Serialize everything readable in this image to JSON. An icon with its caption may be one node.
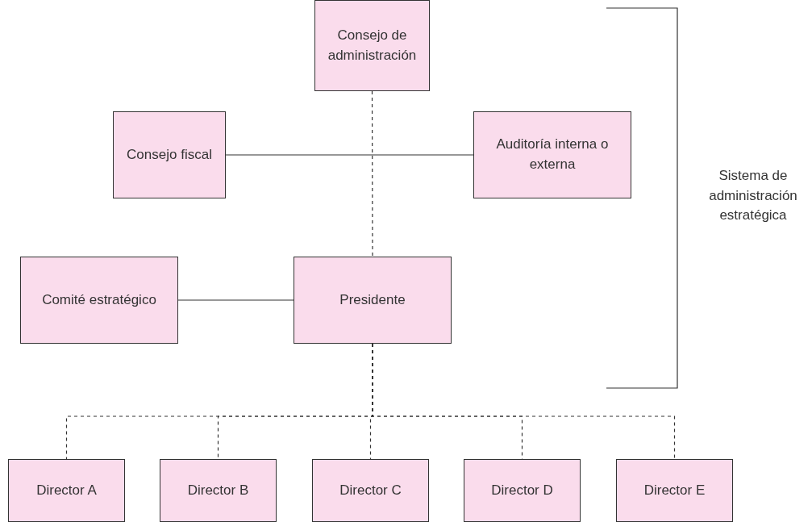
{
  "diagram": {
    "nodes": [
      {
        "text": [
          "Consejo de administración"
        ]
      },
      {
        "text": [
          "Consejo fiscal"
        ]
      },
      {
        "text": [
          "Auditoría interna o externa"
        ]
      },
      {
        "text": [
          "Comité estratégico"
        ]
      },
      {
        "text": [
          "Presidente"
        ]
      },
      {
        "text": [
          "Director A"
        ]
      },
      {
        "text": [
          "Director B"
        ]
      },
      {
        "text": [
          "Director C"
        ]
      },
      {
        "text": [
          "Director D"
        ]
      },
      {
        "text": [
          "Director E"
        ]
      }
    ],
    "edges": [
      {
        "from": 0,
        "to": 4,
        "arrow": "none",
        "style": "dashed"
      },
      {
        "from": 1,
        "to": 2,
        "arrow": "none"
      },
      {
        "from": 3,
        "to": 4,
        "arrow": "none"
      },
      {
        "from": 4,
        "to": 5,
        "arrow": "none",
        "style": "dashed"
      },
      {
        "from": 4,
        "to": 6,
        "arrow": "none",
        "style": "dashed"
      },
      {
        "from": 4,
        "to": 7,
        "arrow": "none",
        "style": "dashed"
      },
      {
        "from": 4,
        "to": 8,
        "arrow": "none",
        "style": "dashed"
      },
      {
        "from": 4,
        "to": 9,
        "arrow": "none",
        "style": "dashed"
      }
    ],
    "labels": [
      "Sistema de administración estratégica"
    ]
  }
}
